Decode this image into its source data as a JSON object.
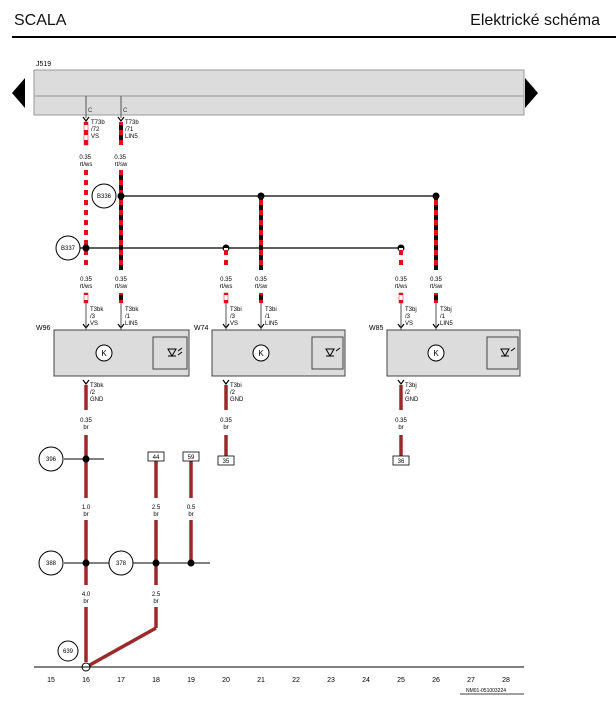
{
  "header": {
    "title": "SCALA",
    "section": "Elektrické schéma"
  },
  "diagram": {
    "control_unit": "J519",
    "pin_c": "C",
    "connectors": {
      "t73b72": [
        "T73b",
        "/72",
        "VS"
      ],
      "t73b71": [
        "T73b",
        "/71",
        "LIN5"
      ],
      "t3bk3": [
        "T3bk",
        "/3",
        "VS"
      ],
      "t3bk1": [
        "T3bk",
        "/1",
        "LIN5"
      ],
      "t3bk2": [
        "T3bk",
        "/2",
        "GND"
      ],
      "w74_t3bi3": [
        "T3bi",
        "/3",
        "VS"
      ],
      "w74_t3bi1": [
        "T3bi",
        "/1",
        "LIN5"
      ],
      "w74_t3bi2": [
        "T3bi",
        "/2",
        "GND"
      ],
      "w85_t3bj3": [
        "T3bj",
        "/3",
        "VS"
      ],
      "w85_t3bj1": [
        "T3bj",
        "/1",
        "LIN5"
      ],
      "w85_t3bj2": [
        "T3bj",
        "/2",
        "GND"
      ]
    },
    "wire_labels": {
      "rtws": [
        "0.35",
        "rt/ws"
      ],
      "rtsw": [
        "0.35",
        "rt/sw"
      ],
      "br035": [
        "0.35",
        "br"
      ],
      "br10": [
        "1.0",
        "br"
      ],
      "br25": [
        "2.5",
        "br"
      ],
      "br05": [
        "0.5",
        "br"
      ],
      "br40": [
        "4.0",
        "br"
      ]
    },
    "splices": {
      "b336": "B336",
      "b337": "B337"
    },
    "components": {
      "w96": "W96",
      "w74": "W74",
      "w85": "W85"
    },
    "lamp_symbol": "K",
    "ground_points": {
      "g396": "396",
      "g388": "388",
      "g378": "378",
      "g639": "639"
    },
    "refs": {
      "r44": "44",
      "r59": "59",
      "r35": "35",
      "r36": "36"
    },
    "footer_code": "NM01-051003224"
  },
  "grid": [
    "15",
    "16",
    "17",
    "18",
    "19",
    "20",
    "21",
    "22",
    "23",
    "24",
    "25",
    "26",
    "27",
    "28"
  ],
  "colors": {
    "wire_red": "#e0101a",
    "wire_brown": "#9a2a2a",
    "box_fill": "#dcdcdc"
  },
  "icons": [
    "nav-left-arrow-icon",
    "nav-right-arrow-icon",
    "lamp-icon",
    "led-icon",
    "ground-icon"
  ]
}
